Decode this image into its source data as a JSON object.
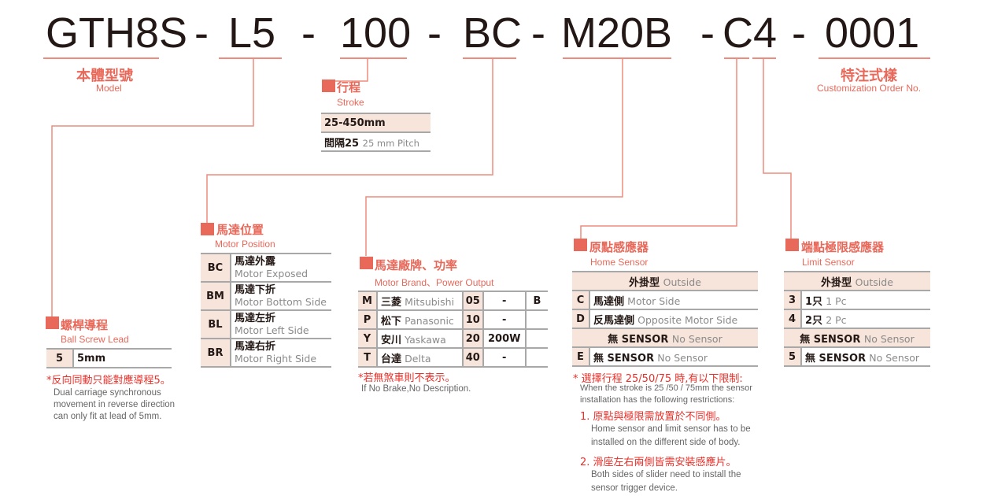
{
  "code": {
    "segments": [
      "GTH8S",
      "L5",
      "100",
      "BC",
      "M20B",
      "C4",
      "0001"
    ],
    "sep": "-"
  },
  "model": {
    "zh": "本體型號",
    "en": "Model"
  },
  "custom": {
    "zh": "特注式樣",
    "en": "Customization Order No."
  },
  "stroke": {
    "zh": "行程",
    "en": "Stroke",
    "range": "25-450mm",
    "pitch_zh": "間隔25",
    "pitch_en": "25 mm Pitch"
  },
  "lead": {
    "zh": "螺桿導程",
    "en": "Ball Screw Lead",
    "rows": [
      {
        "k": "5",
        "v": "5mm"
      }
    ],
    "note_zh": "*反向同動只能對應導程5。",
    "note_en": [
      "Dual carriage synchronous",
      "movement in reverse direction",
      "can only fit at lead of 5mm."
    ]
  },
  "motor_pos": {
    "zh": "馬達位置",
    "en": "Motor Position",
    "rows": [
      {
        "k": "BC",
        "zh": "馬達外露",
        "en": "Motor Exposed"
      },
      {
        "k": "BM",
        "zh": "馬達下折",
        "en": "Motor Bottom Side"
      },
      {
        "k": "BL",
        "zh": "馬達左折",
        "en": "Motor Left Side"
      },
      {
        "k": "BR",
        "zh": "馬達右折",
        "en": "Motor Right Side"
      }
    ]
  },
  "motor_brand": {
    "zh": "馬達廠牌、功率",
    "en": "Motor Brand、Power Output",
    "rows": [
      {
        "k": "M",
        "zh": "三菱",
        "en": "Mitsubishi",
        "p": "05",
        "w": "-",
        "b": "B"
      },
      {
        "k": "P",
        "zh": "松下",
        "en": "Panasonic",
        "p": "10",
        "w": "-",
        "b": ""
      },
      {
        "k": "Y",
        "zh": "安川",
        "en": "Yaskawa",
        "p": "20",
        "w": "200W",
        "b": ""
      },
      {
        "k": "T",
        "zh": "台達",
        "en": "Delta",
        "p": "40",
        "w": "-",
        "b": ""
      }
    ],
    "note_zh": "*若無煞車則不表示。",
    "note_en": "If No Brake,No Description."
  },
  "home": {
    "zh": "原點感應器",
    "en": "Home Sensor",
    "outside_zh": "外掛型",
    "outside_en": "Outside",
    "rows": [
      {
        "k": "C",
        "zh": "馬達側",
        "en": "Motor Side"
      },
      {
        "k": "D",
        "zh": "反馬達側",
        "en": "Opposite Motor Side"
      }
    ],
    "none_zh": "無 SENSOR",
    "none_en": "No Sensor",
    "none_row": {
      "k": "E",
      "zh": "無 SENSOR",
      "en": "No Sensor"
    }
  },
  "limit": {
    "zh": "端點極限感應器",
    "en": "Limit Sensor",
    "outside_zh": "外掛型",
    "outside_en": "Outside",
    "rows": [
      {
        "k": "3",
        "zh": "1只",
        "en": "1 Pc"
      },
      {
        "k": "4",
        "zh": "2只",
        "en": "2 Pc"
      }
    ],
    "none_zh": "無 SENSOR",
    "none_en": "No Sensor",
    "none_row": {
      "k": "5",
      "zh": "無 SENSOR",
      "en": "No Sensor"
    }
  },
  "restrict": {
    "title_zh": "* 選擇行程 25/50/75 時,有以下限制:",
    "title_en": [
      "When the stroke is 25 /50 / 75mm the sensor",
      "installation has the following restrictions:"
    ],
    "items": [
      {
        "zh": "1. 原點與極限需放置於不同側。",
        "en": [
          "Home sensor and limit sensor has to be",
          "installed on the different side of body."
        ]
      },
      {
        "zh": "2. 滑座左右兩側皆需安裝感應片。",
        "en": [
          "Both sides of slider need to install the",
          "sensor trigger device."
        ]
      }
    ]
  }
}
